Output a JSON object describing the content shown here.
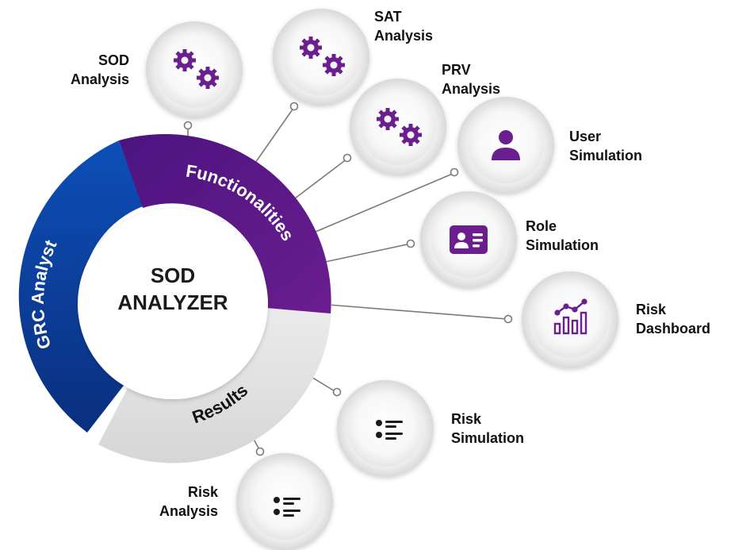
{
  "center": {
    "line1": "SOD",
    "line2": "ANALYZER"
  },
  "ring": {
    "grc": "GRC Analyst",
    "functionalities": "Functionalities",
    "results": "Results"
  },
  "nodes": {
    "sod": {
      "line1": "SOD",
      "line2": "Analysis",
      "icon": "gears-icon"
    },
    "sat": {
      "line1": "SAT",
      "line2": "Analysis",
      "icon": "gears-icon"
    },
    "prv": {
      "line1": "PRV",
      "line2": "Analysis",
      "icon": "gears-icon"
    },
    "user_sim": {
      "line1": "User",
      "line2": "Simulation",
      "icon": "user-icon"
    },
    "role_sim": {
      "line1": "Role",
      "line2": "Simulation",
      "icon": "id-card-icon"
    },
    "risk_dash": {
      "line1": "Risk",
      "line2": "Dashboard",
      "icon": "bar-chart-icon"
    },
    "risk_sim": {
      "line1": "Risk",
      "line2": "Simulation",
      "icon": "list-icon"
    },
    "risk_analysis": {
      "line1": "Risk",
      "line2": "Analysis",
      "icon": "list-icon"
    }
  },
  "colors": {
    "blue": "#0b3d9c",
    "purple": "#5a1a86",
    "gray_ring": "#dedede",
    "icon_purple": "#6b1f8e",
    "icon_dark": "#1a1a1a"
  }
}
